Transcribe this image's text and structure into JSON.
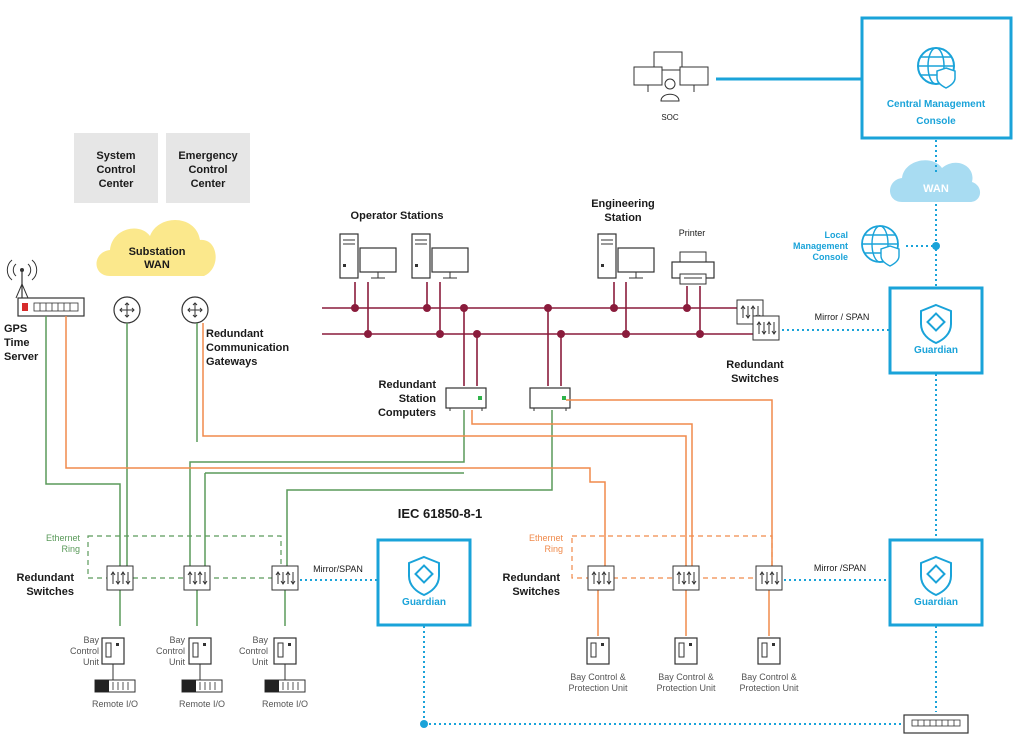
{
  "top_boxes": {
    "system_control": [
      "System",
      "Control",
      "Center"
    ],
    "emergency_control": [
      "Emergency",
      "Control",
      "Center"
    ]
  },
  "clouds": {
    "substation_wan": [
      "Substation",
      "WAN"
    ],
    "wan": "WAN"
  },
  "soc": {
    "label": "SOC"
  },
  "cmc": {
    "label_line1": "Central Management",
    "label_line2": "Console"
  },
  "local_mc": [
    "Local",
    "Management",
    "Console"
  ],
  "gps": [
    "GPS",
    "Time",
    "Server"
  ],
  "gateways": [
    "Redundant",
    "Communication",
    "Gateways"
  ],
  "operator_stations": "Operator Stations",
  "engineering_station": [
    "Engineering",
    "Station"
  ],
  "printer": "Printer",
  "top_switches": [
    "Redundant",
    "Switches"
  ],
  "station_computers": [
    "Redundant",
    "Station",
    "Computers"
  ],
  "mirror_span_top": "Mirror / SPAN",
  "guardian_label": "Guardian",
  "iec": "IEC 61850-8-1",
  "left": {
    "ring": [
      "Ethernet",
      "Ring"
    ],
    "switches": [
      "Redundant",
      "Switches"
    ],
    "mirror": "Mirror/SPAN",
    "bcu": [
      "Bay",
      "Control",
      "Unit"
    ],
    "remote_io": "Remote I/O"
  },
  "right": {
    "ring": [
      "Ethernet",
      "Ring"
    ],
    "switches": [
      "Redundant",
      "Switches"
    ],
    "mirror": "Mirror /SPAN",
    "bcpu": [
      "Bay Control &",
      "Protection Unit"
    ]
  },
  "colors": {
    "blue": "#1aa3d9",
    "maroon": "#8a1c3c",
    "green": "#5a9a5a",
    "orange": "#f08a4b",
    "cloud_yellow": "#fbe88c",
    "cloud_blue": "#a8dcf2",
    "grey_box": "#e6e6e6"
  }
}
